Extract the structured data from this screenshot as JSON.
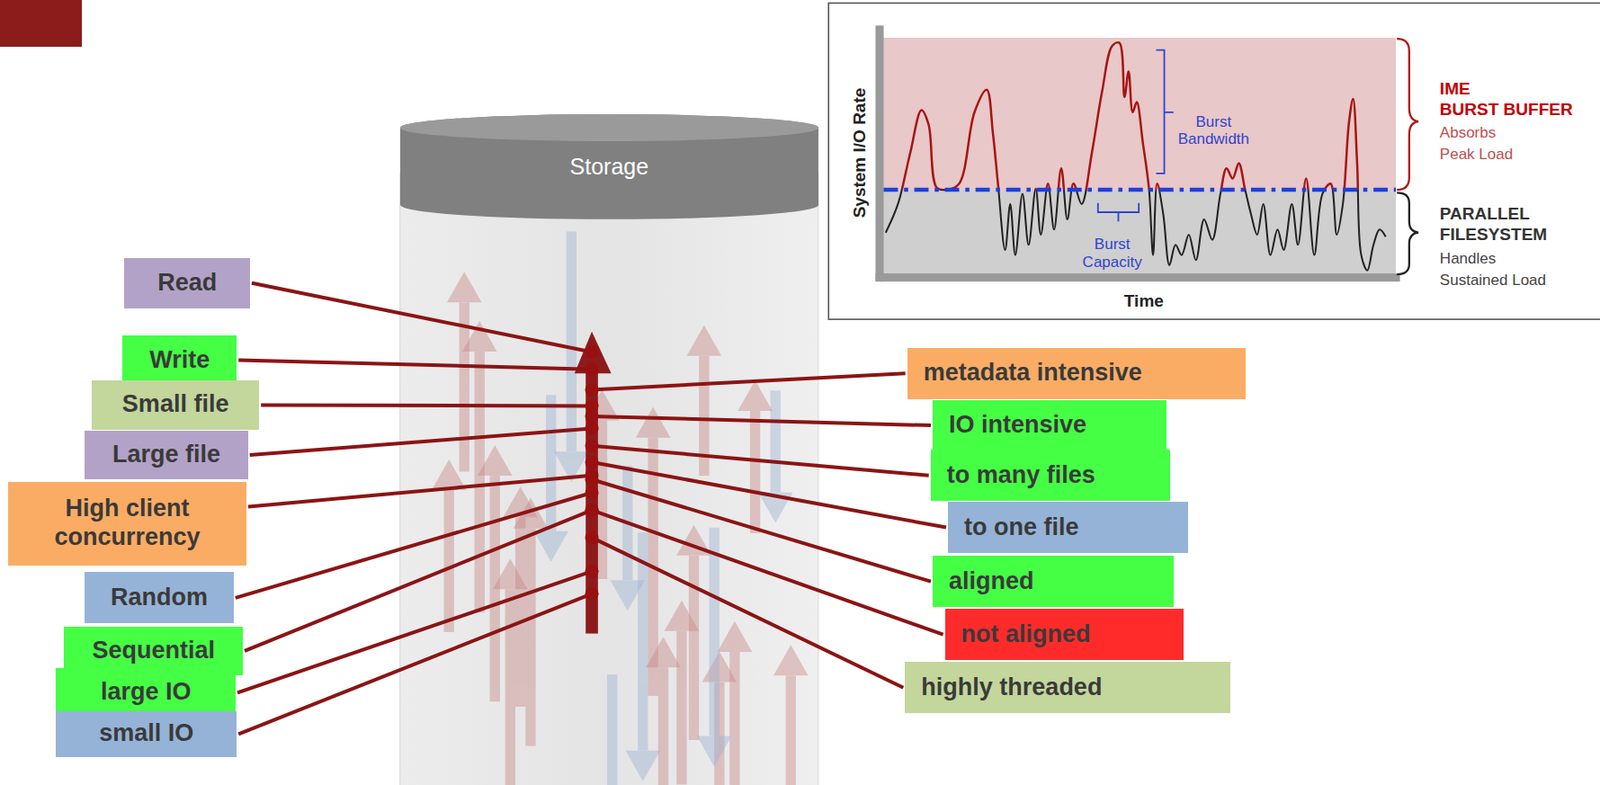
{
  "diagram": {
    "nodes": [
      {
        "text": [
          "Storage"
        ]
      },
      {
        "text": [
          "Read"
        ]
      },
      {
        "text": [
          "Write"
        ]
      },
      {
        "text": [
          "Small file"
        ]
      },
      {
        "text": [
          "Large file"
        ]
      },
      {
        "text": [
          "High client concurrency"
        ]
      },
      {
        "text": [
          "Random"
        ]
      },
      {
        "text": [
          "Sequential"
        ]
      },
      {
        "text": [
          "large IO"
        ]
      },
      {
        "text": [
          "small IO"
        ]
      },
      {
        "text": [
          "metadata intensive"
        ]
      },
      {
        "text": [
          "IO intensive"
        ]
      },
      {
        "text": [
          "to many files"
        ]
      },
      {
        "text": [
          "to one file"
        ]
      },
      {
        "text": [
          "aligned"
        ]
      },
      {
        "text": [
          "not aligned"
        ]
      },
      {
        "text": [
          "highly threaded"
        ]
      }
    ],
    "labels": [
      "System I/O Rate",
      "Time",
      "Burst Bandwidth",
      "Burst Capacity",
      "IME",
      "BURST BUFFER",
      "Absorbs",
      "Peak Load",
      "PARALLEL",
      "FILESYSTEM",
      "Handles",
      "Sustained Load"
    ]
  }
}
